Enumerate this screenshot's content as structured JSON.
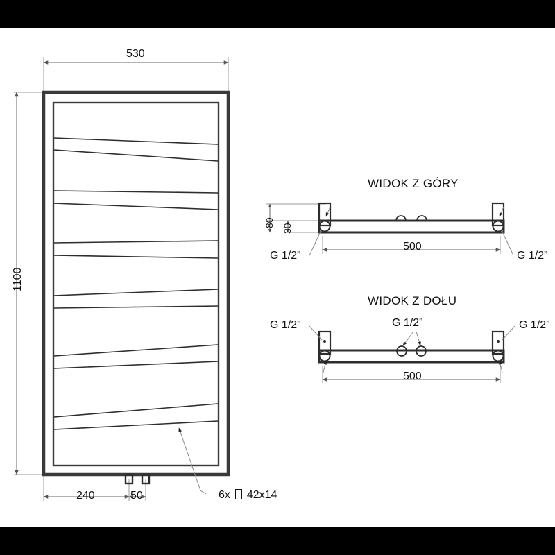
{
  "sheet": {
    "background": "#ffffff",
    "letterbox_color": "#000000",
    "line_color": "#333333",
    "dim_line_color": "#666666"
  },
  "front_view": {
    "width_dim": "530",
    "height_dim": "1100",
    "bottom_dim_left": "240",
    "bottom_dim_right": "50",
    "element_note_prefix": "6x",
    "element_note_suffix": "42x14",
    "element_note_glyph": "rectangle-profile-glyph",
    "bar_count": 6
  },
  "top_view": {
    "title": "WIDOK Z GÓRY",
    "dim_height_outer": "80",
    "dim_height_inner": "30",
    "dim_span": "500",
    "connector_left": "G 1/2”",
    "connector_right": "G 1/2”"
  },
  "bottom_view": {
    "title": "WIDOK Z DOŁU",
    "dim_span": "500",
    "connector_left": "G 1/2”",
    "connector_center": "G 1/2”",
    "connector_right": "G 1/2”"
  }
}
